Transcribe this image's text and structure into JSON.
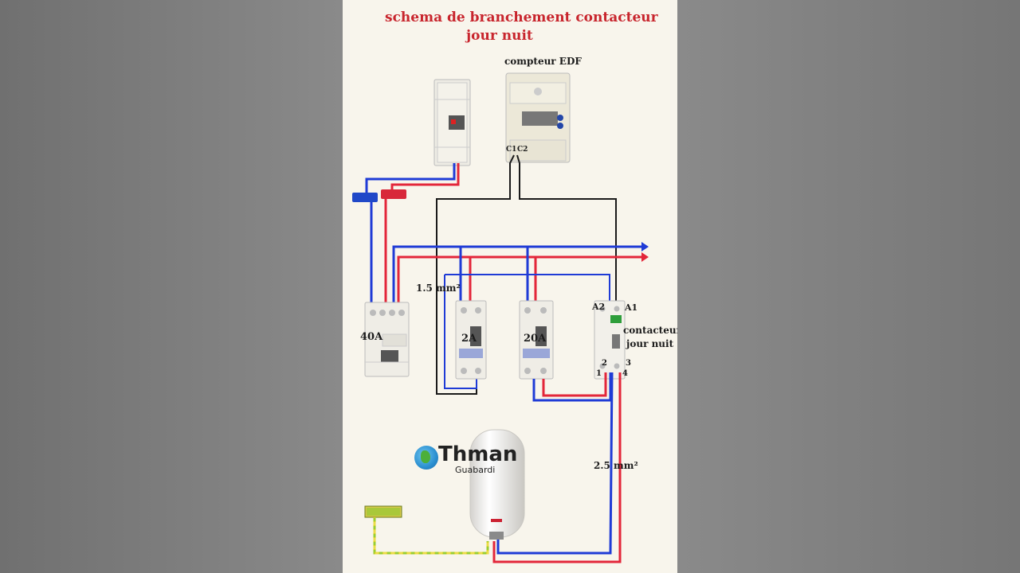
{
  "title": {
    "line1": "schema de branchement contacteur",
    "line2": "jour nuit"
  },
  "labels": {
    "meter": "compteur EDF",
    "meter_c1": "C1",
    "meter_c2": "C2",
    "breaker_40a": "40A",
    "breaker_2a": "2A",
    "breaker_20a": "20A",
    "wire_1_5": "1.5 mm²",
    "wire_2_5": "2.5 mm²",
    "contactor_a2": "A2",
    "contactor_a1": "A1",
    "contactor_line1": "contacteur",
    "contactor_line2": "jour nuit",
    "term_1": "1",
    "term_2": "2",
    "term_3": "3",
    "term_4": "4"
  },
  "watermark": {
    "name": "Thman",
    "sub": "Guabardi"
  },
  "colors": {
    "phase": "#e3263a",
    "neutral": "#1f3bd6",
    "control": "#1a1a1a",
    "earth": "#9acd32",
    "title": "#c8252d"
  }
}
